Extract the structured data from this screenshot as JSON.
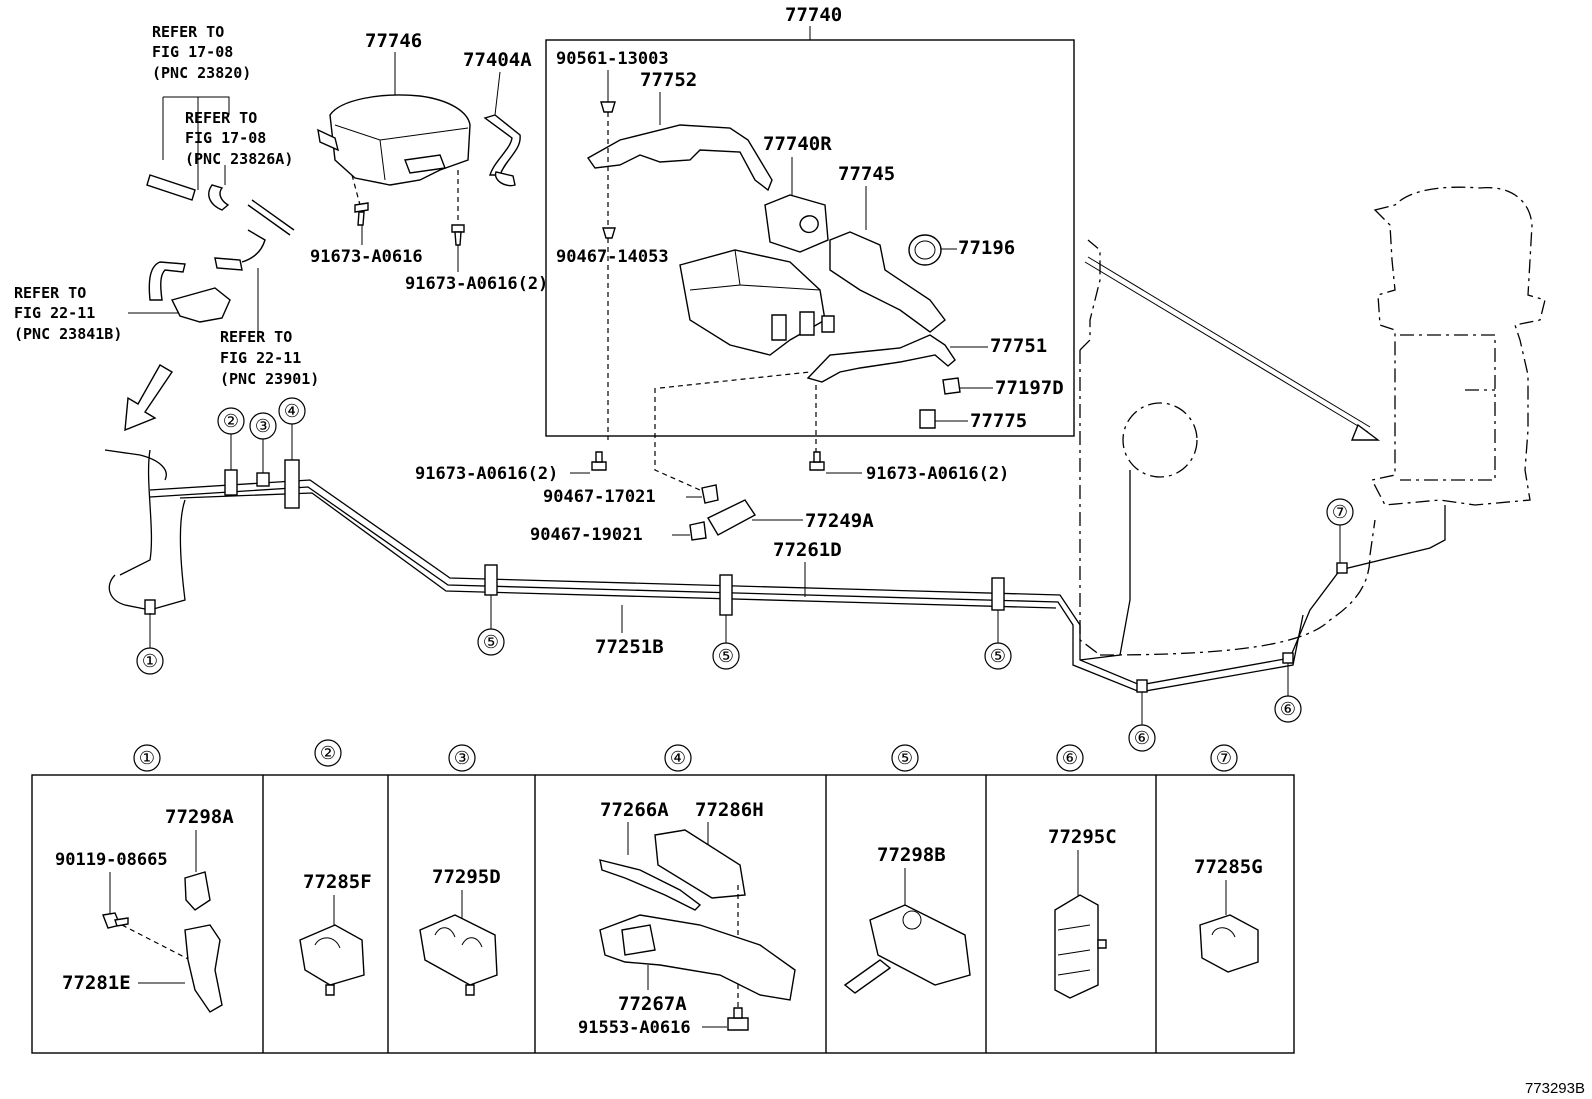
{
  "diagram_id": "773293B",
  "assembly_label": "77740",
  "references": [
    {
      "line1": "REFER TO",
      "line2": "FIG 17-08",
      "line3": "(PNC 23820)"
    },
    {
      "line1": "REFER TO",
      "line2": "FIG 17-08",
      "line3": "(PNC 23826A)"
    },
    {
      "line1": "REFER TO",
      "line2": "FIG 22-11",
      "line3": "(PNC 23841B)"
    },
    {
      "line1": "REFER TO",
      "line2": "FIG 22-11",
      "line3": "(PNC 23901)"
    }
  ],
  "parts": {
    "p77746": "77746",
    "p77404A": "77404A",
    "p90561": "90561-13003",
    "p77752": "77752",
    "p77740R": "77740R",
    "p77745": "77745",
    "p77196": "77196",
    "p91673a": "91673-A0616",
    "p91673b": "91673-A0616(2)",
    "p90467_14053": "90467-14053",
    "p77751": "77751",
    "p77197D": "77197D",
    "p77775": "77775",
    "p91673c": "91673-A0616(2)",
    "p91673d": "91673-A0616(2)",
    "p90467_17021": "90467-17021",
    "p90467_19021": "90467-19021",
    "p77249A": "77249A",
    "p77261D": "77261D",
    "p77251B": "77251B"
  },
  "callouts": [
    "①",
    "②",
    "③",
    "④",
    "⑤",
    "⑥",
    "⑦"
  ],
  "detail_panels": [
    {
      "num": "①",
      "parts": [
        "77298A",
        "90119-08665",
        "77281E"
      ]
    },
    {
      "num": "②",
      "parts": [
        "77285F"
      ]
    },
    {
      "num": "③",
      "parts": [
        "77295D"
      ]
    },
    {
      "num": "④",
      "parts": [
        "77266A",
        "77286H",
        "77267A",
        "91553-A0616"
      ]
    },
    {
      "num": "⑤",
      "parts": [
        "77298B"
      ]
    },
    {
      "num": "⑥",
      "parts": [
        "77295C"
      ]
    },
    {
      "num": "⑦",
      "parts": [
        "77285G"
      ]
    }
  ]
}
